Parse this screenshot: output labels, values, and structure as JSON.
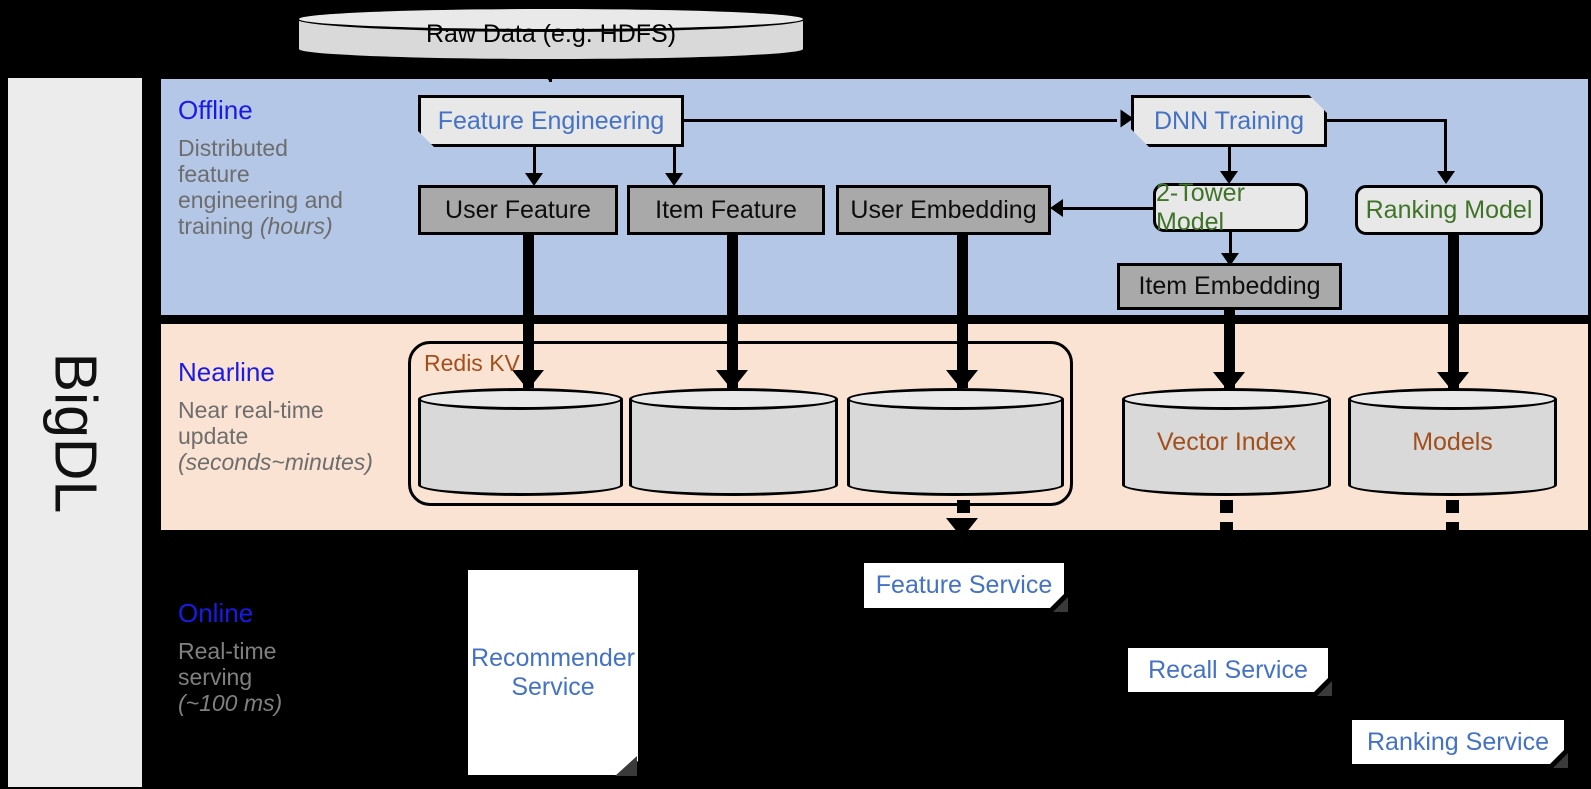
{
  "framework": {
    "name": "BigDL"
  },
  "source": {
    "label": "Raw Data (e.g. HDFS)"
  },
  "layers": [
    {
      "id": "offline",
      "title": "Offline",
      "description_line1": "Distributed",
      "description_line2": "feature",
      "description_line3": "engineering and",
      "description_line4": "training ",
      "latency": "(hours)",
      "background": "#b4c7e7"
    },
    {
      "id": "nearline",
      "title": "Nearline",
      "description_line1": "Near real-time",
      "description_line2": "update",
      "description_line3": "",
      "description_line4": "",
      "latency": "(seconds~minutes)",
      "background": "#fbe3d3"
    },
    {
      "id": "online",
      "title": "Online",
      "description_line1": "Real-time",
      "description_line2": "serving",
      "description_line3": "",
      "description_line4": "",
      "latency": "(~100 ms)",
      "background": "#000000"
    }
  ],
  "offline": {
    "feature_engineering": "Feature Engineering",
    "dnn_training": "DNN Training",
    "user_feature": "User Feature",
    "item_feature": "Item Feature",
    "user_embedding": "User Embedding",
    "two_tower_model": "2-Tower Model",
    "ranking_model": "Ranking Model",
    "item_embedding": "Item Embedding"
  },
  "nearline": {
    "redis_kv": "Redis KV",
    "store_1": "",
    "store_2": "",
    "store_3": "",
    "vector_index": "Vector Index",
    "models": "Models"
  },
  "online": {
    "recommender_service_line1": "Recommender",
    "recommender_service_line2": "Service",
    "feature_service": "Feature Service",
    "recall_service": "Recall Service",
    "ranking_service": "Ranking Service"
  },
  "colors": {
    "offline_bg": "#b4c7e7",
    "nearline_bg": "#fbe3d3",
    "online_bg": "#000000",
    "layer_title": "#1a1ae8",
    "caption_text": "#6d6d6d",
    "process_text": "#4472c4",
    "model_text": "#3f7428",
    "store_text": "#a24f1b",
    "data_box": "#aaa9a9",
    "cylinder": "#d9d9d9",
    "panel_bg": "#ececec"
  }
}
